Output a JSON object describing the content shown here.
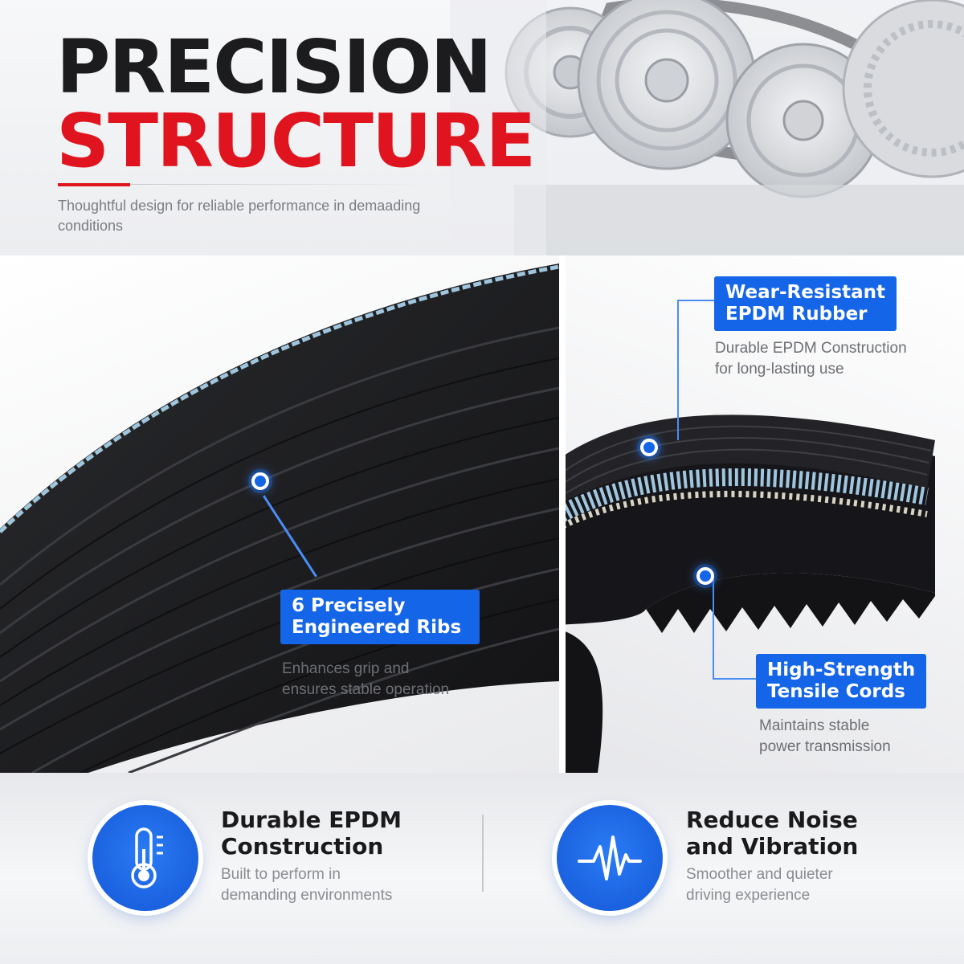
{
  "header": {
    "title_line1": "PRECISION",
    "title_line2": "STRUCTURE",
    "subtitle": "Thoughtful design for reliable performance in demaading conditions"
  },
  "left_panel": {
    "callout_title": "6 Precisely Engineered Ribs",
    "callout_desc_line1": "Enhances grip and",
    "callout_desc_line2": "ensures stable operation"
  },
  "right_panel": {
    "top_callout_title_line1": "Wear-Resistant",
    "top_callout_title_line2": "EPDM Rubber",
    "top_callout_desc_line1": "Durable EPDM Construction",
    "top_callout_desc_line2": "for long-lasting use",
    "bottom_callout_title_line1": "High-Strength",
    "bottom_callout_title_line2": "Tensile Cords",
    "bottom_callout_desc_line1": "Maintains stable",
    "bottom_callout_desc_line2": "power transmission"
  },
  "features": [
    {
      "icon": "thermometer-icon",
      "title_line1": "Durable EPDM",
      "title_line2": "Construction",
      "desc_line1": "Built to perform in",
      "desc_line2": "demanding environments"
    },
    {
      "icon": "waveform-icon",
      "title_line1": "Reduce Noise",
      "title_line2": "and Vibration",
      "desc_line1": "Smoother and quieter",
      "desc_line2": "driving experience"
    }
  ],
  "colors": {
    "accent_blue": "#1565e8",
    "accent_red": "#e0141e",
    "title_dark": "#1c1c1e",
    "belt_black": "#1b1b1d",
    "cord_blue": "#9fc6de"
  }
}
